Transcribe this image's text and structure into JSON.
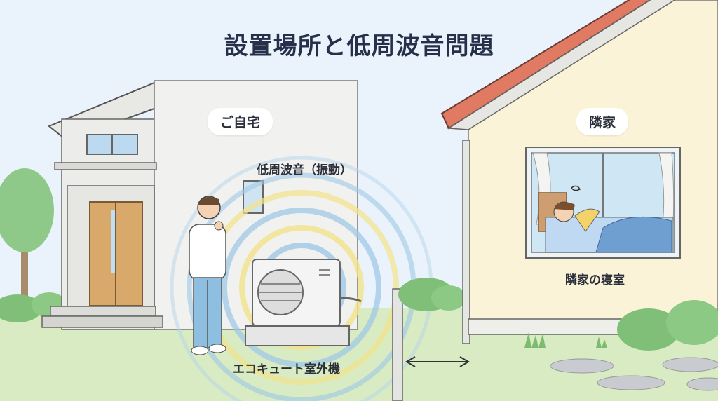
{
  "title": "設置場所と低周波音問題",
  "labels": {
    "own_house": "ご自宅",
    "neighbor_house": "隣家",
    "low_freq": "低周波音（振動）",
    "outdoor_unit": "エコキュート室外機",
    "bedroom": "隣家の寝室"
  },
  "colors": {
    "sky": "#eaf3fb",
    "own_wall": "#f0f0ee",
    "neighbor_wall": "#fbf3d7",
    "roof_red": "#e07a63",
    "wave_blue": "#9fc8e6",
    "wave_yellow": "#f3e28a",
    "grass": "#cfe6b3",
    "door": "#d9a96b"
  }
}
